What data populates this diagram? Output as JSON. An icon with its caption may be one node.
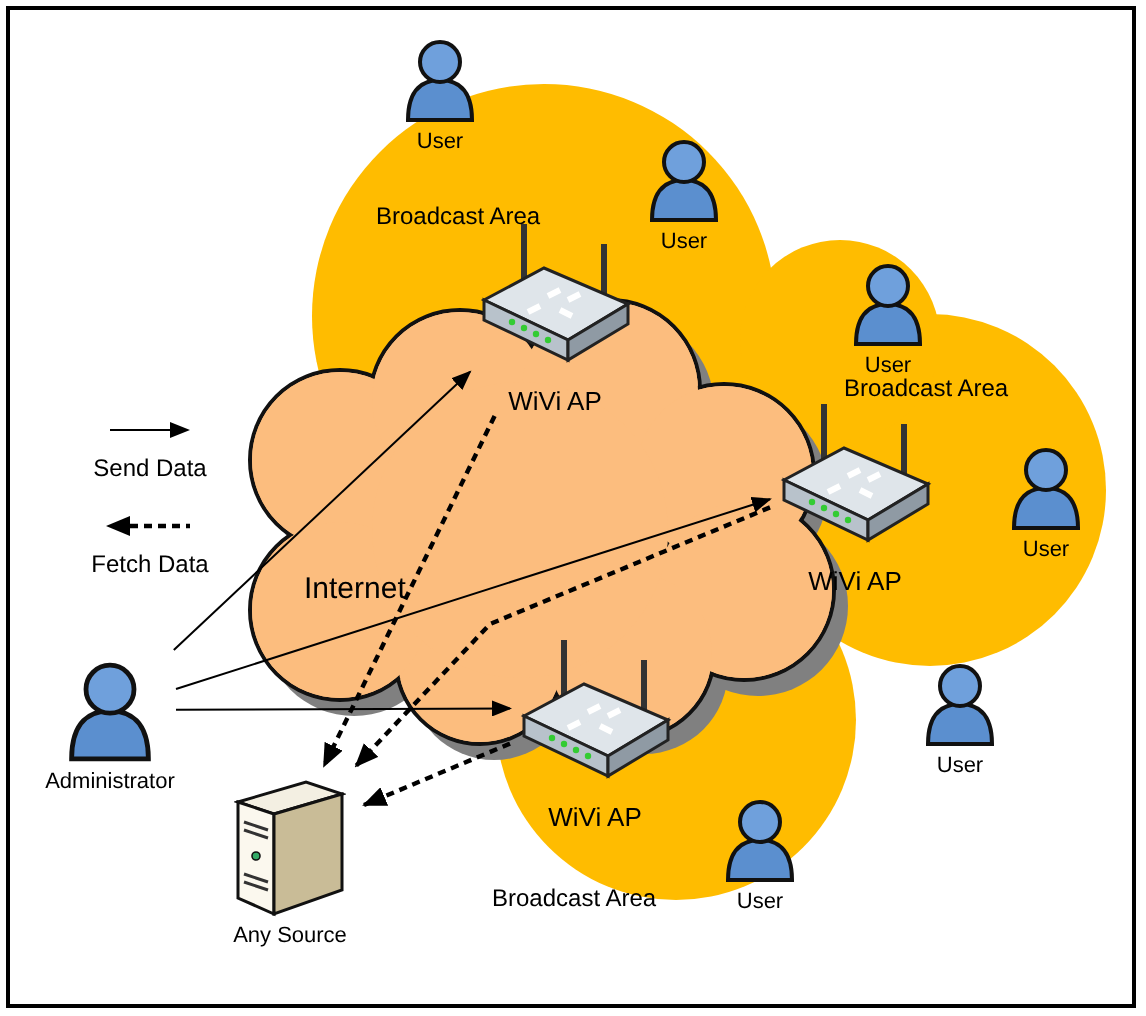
{
  "diagram": {
    "nodes": [
      {
        "text": [
          "WiVi AP"
        ]
      },
      {
        "text": [
          "WiVi AP"
        ]
      },
      {
        "text": [
          "WiVi AP"
        ]
      },
      {
        "text": [
          "Administrator"
        ]
      },
      {
        "text": [
          "Any Source"
        ]
      }
    ],
    "edges": [
      {
        "from": 3,
        "to": 0,
        "arrow": "to"
      },
      {
        "from": 3,
        "to": 1,
        "arrow": "to"
      },
      {
        "from": 3,
        "to": 2,
        "arrow": "to"
      },
      {
        "from": 0,
        "to": 4,
        "arrow": "to",
        "style": "dashed"
      },
      {
        "from": 1,
        "to": 4,
        "arrow": "to",
        "style": "dashed"
      },
      {
        "from": 2,
        "to": 4,
        "arrow": "to",
        "style": "dashed"
      }
    ],
    "labels": [
      "User",
      "Broadcast Area",
      "User",
      "User",
      "Broadcast Area",
      "User",
      "Internet",
      "User",
      "Broadcast Area",
      "User"
    ],
    "legend": [
      {
        "text": "Send Data"
      },
      {
        "text": "Fetch Data"
      }
    ]
  }
}
